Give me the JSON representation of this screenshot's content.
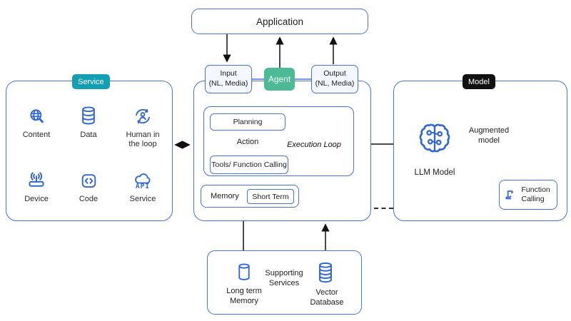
{
  "colors": {
    "panel_border": "#4b72d7",
    "icon_blue": "#2f66d8",
    "teal_badge": "#129fb2",
    "green_badge": "#4cbb95",
    "model_badge": "#111111",
    "arrow": "#111111",
    "io_fill": "#f4f7fd"
  },
  "application": {
    "label": "Application"
  },
  "io": {
    "input_line1": "Input",
    "input_line2": "(NL, Media)",
    "agent_label": "Agent",
    "output_line1": "Output",
    "output_line2": "(NL, Media)"
  },
  "service_panel": {
    "badge": "Service",
    "items": [
      {
        "label": "Content",
        "icon": "globe-search-icon"
      },
      {
        "label": "Data",
        "icon": "database-icon"
      },
      {
        "label": "Human in the loop",
        "icon": "human-loop-icon"
      },
      {
        "label": "Device",
        "icon": "router-icon"
      },
      {
        "label": "Code",
        "icon": "code-icon"
      },
      {
        "label": "Service",
        "icon": "cloud-api-icon",
        "api_label": "API"
      }
    ]
  },
  "agent_panel": {
    "planning": "Planning",
    "action": "Action",
    "tools": "Tools/ Function Calling",
    "execution_loop": "Execution Loop",
    "memory": "Memory",
    "short_term": "Short Term"
  },
  "model_panel": {
    "badge": "Model",
    "llm_label": "LLM Model",
    "augmented_label": "Augmented model",
    "function_calling": "Function Calling"
  },
  "support_panel": {
    "title": "Supporting Services",
    "long_term": "Long term Memory",
    "vector_db": "Vector Database"
  }
}
